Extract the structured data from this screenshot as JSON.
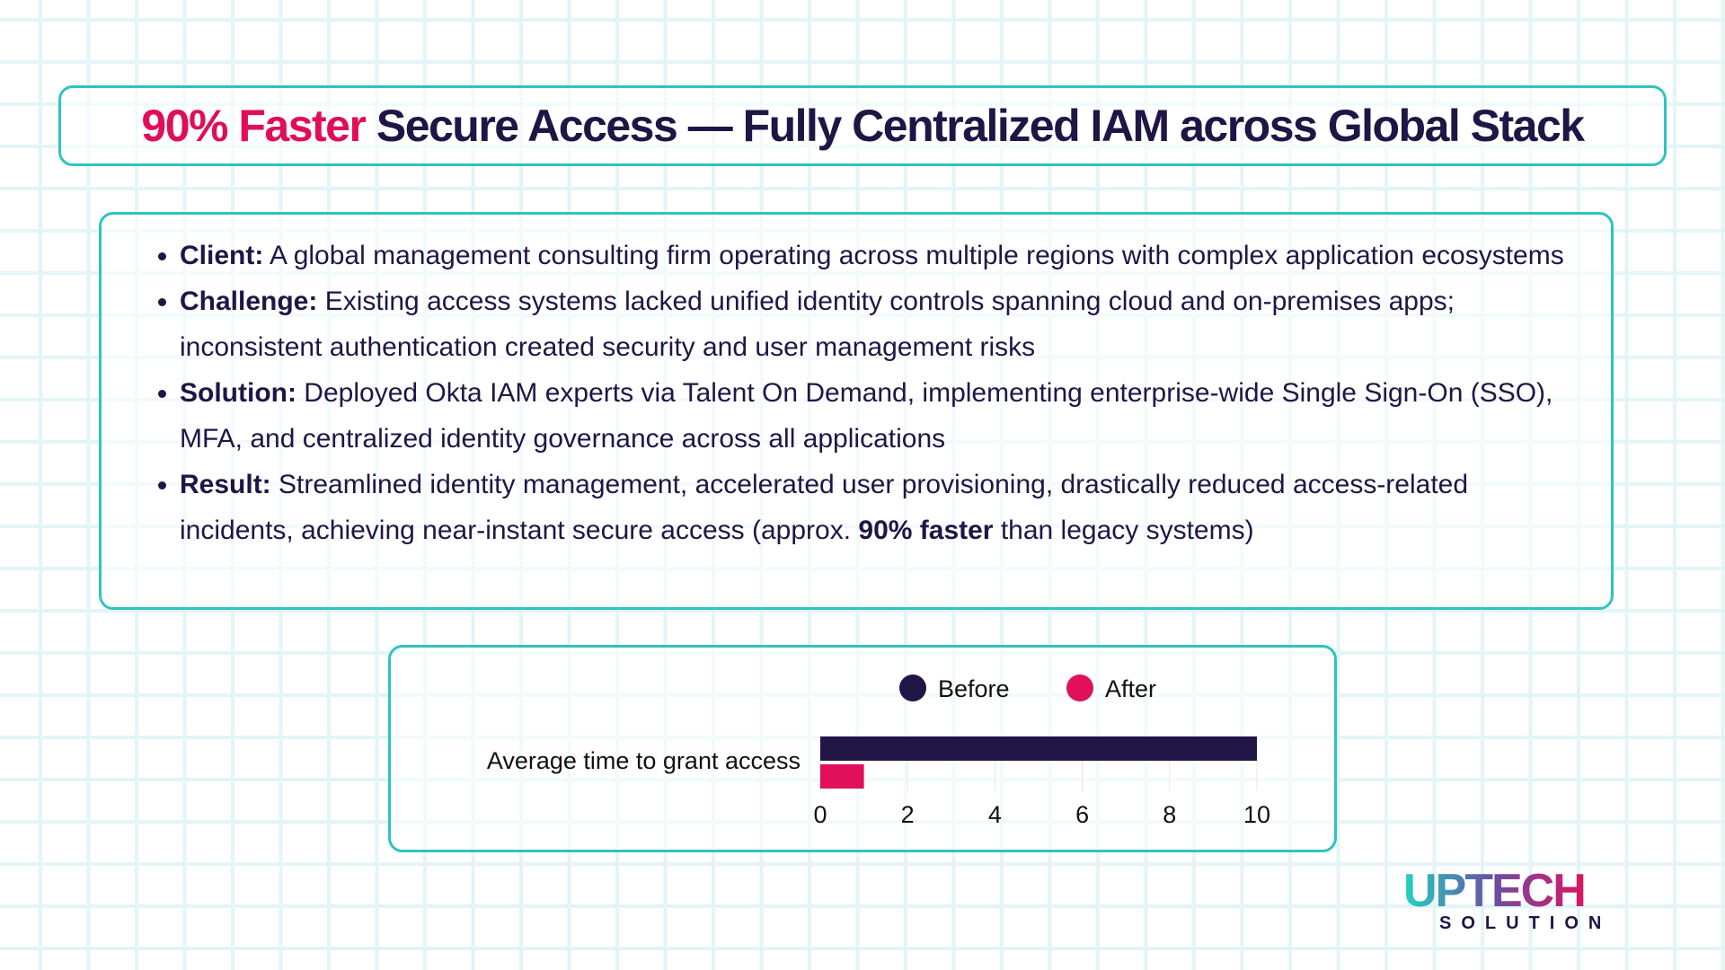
{
  "title": {
    "highlight": "90% Faster",
    "rest": " Secure Access — Fully Centralized IAM across Global Stack"
  },
  "details": [
    {
      "label": "Client:",
      "text": " A global management consulting firm operating across multiple regions with complex application ecosystems"
    },
    {
      "label": "Challenge:",
      "text": " Existing access systems lacked unified identity controls spanning cloud and on-premises apps; inconsistent authentication created security and user management risks"
    },
    {
      "label": "Solution:",
      "text": " Deployed Okta IAM experts via Talent On Demand, implementing enterprise-wide Single Sign-On (SSO), MFA, and centralized identity governance across all applications"
    },
    {
      "label": "Result:",
      "text": " Streamlined identity management, accelerated user provisioning, drastically reduced access-related incidents, achieving near-instant secure access (approx. ",
      "bold": "90% faster",
      "tail": " than legacy systems)"
    }
  ],
  "chart_data": {
    "type": "bar",
    "orientation": "horizontal",
    "categories": [
      "Average time to grant access"
    ],
    "series": [
      {
        "name": "Before",
        "values": [
          10
        ],
        "color": "#211646"
      },
      {
        "name": "After",
        "values": [
          1
        ],
        "color": "#e0115a"
      }
    ],
    "xlim": [
      0,
      10
    ],
    "xticks": [
      "0",
      "2",
      "4",
      "6",
      "8",
      "10"
    ],
    "legend": "top",
    "grid": true
  },
  "logo": {
    "main": "UPTECH",
    "sub": "SOLUTION"
  }
}
